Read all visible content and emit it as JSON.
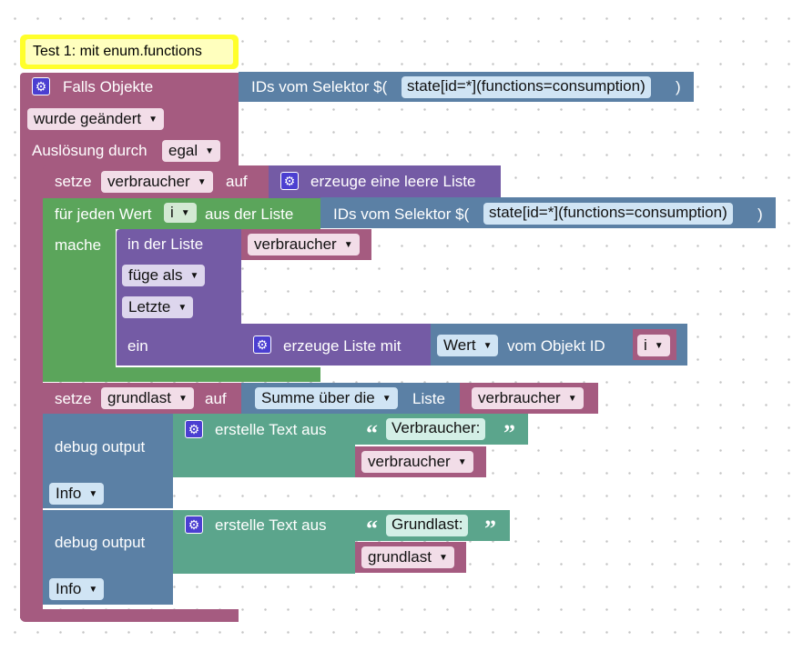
{
  "comment_block": {
    "text": "Test 1: mit enum.functions"
  },
  "trigger": {
    "title": "Falls Objekte",
    "selector_label": "IDs vom Selektor $(",
    "selector_value": "state[id=*](functions=consumption)",
    "selector_close": ")",
    "condition_value": "wurde geändert",
    "trigger_label": "Auslösung durch",
    "trigger_value": "egal"
  },
  "set_verbraucher": {
    "setze": "setze",
    "var": "verbraucher",
    "auf": "auf",
    "create_empty": "erzeuge eine leere Liste"
  },
  "foreach": {
    "label": "für jeden Wert",
    "var": "i",
    "from_list": "aus der Liste",
    "selector_label": "IDs vom Selektor $(",
    "selector_value": "state[id=*](functions=consumption)",
    "selector_close": ")",
    "do_label": "mache",
    "in_list": "in der Liste",
    "list_var": "verbraucher",
    "insert_as": "füge als",
    "position": "Letzte",
    "value_label": "ein",
    "create_list": "erzeuge Liste mit",
    "value_of": "Wert",
    "object_id": "vom Objekt ID",
    "id_var": "i"
  },
  "set_grundlast": {
    "setze": "setze",
    "var": "grundlast",
    "auf": "auf",
    "sum_mode": "Summe über die",
    "list_label": "Liste",
    "list_var": "verbraucher"
  },
  "debug1": {
    "label": "debug output",
    "text_join": "erstelle Text aus",
    "literal": "Verbraucher:",
    "var": "verbraucher",
    "level": "Info"
  },
  "debug2": {
    "label": "debug output",
    "text_join": "erstelle Text aus",
    "literal": "Grundlast:",
    "var": "grundlast",
    "level": "Info"
  }
}
